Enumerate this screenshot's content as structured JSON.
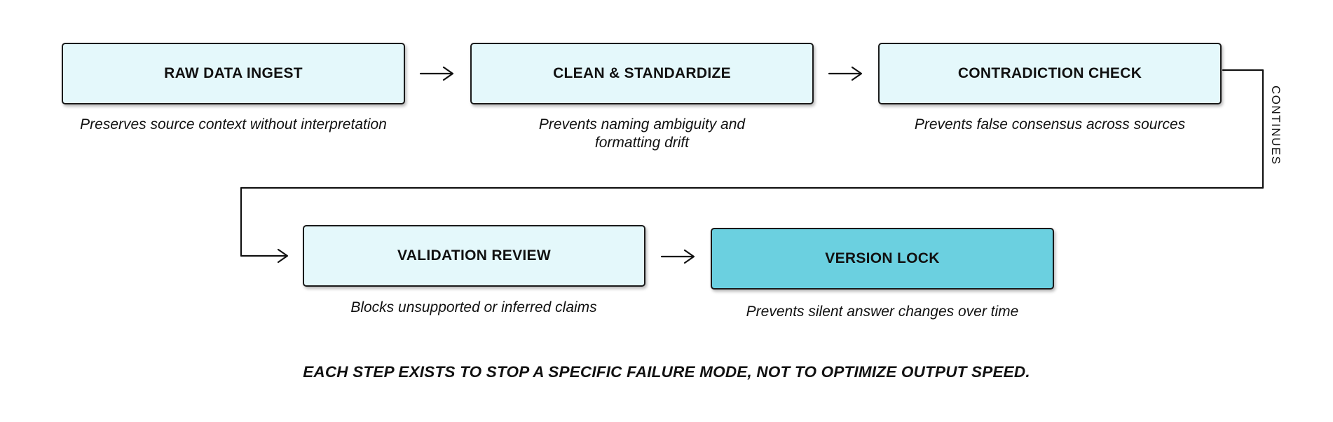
{
  "diagram": {
    "steps": [
      {
        "id": "raw-data-ingest",
        "label": "RAW DATA INGEST",
        "caption": "Preserves source context without interpretation"
      },
      {
        "id": "clean-standardize",
        "label": "CLEAN & STANDARDIZE",
        "caption": "Prevents naming ambiguity and formatting drift"
      },
      {
        "id": "contradiction-check",
        "label": "CONTRADICTION CHECK",
        "caption": "Prevents false consensus across sources"
      },
      {
        "id": "validation-review",
        "label": "VALIDATION REVIEW",
        "caption": "Blocks unsupported or inferred claims"
      },
      {
        "id": "version-lock",
        "label": "VERSION LOCK",
        "caption": "Prevents silent answer changes over time"
      }
    ],
    "connector_label": "CONTINUES",
    "footer": "EACH STEP EXISTS TO STOP A SPECIFIC FAILURE MODE, NOT TO OPTIMIZE OUTPUT SPEED.",
    "colors": {
      "background": "#FFFFFF",
      "box_fill": "#E4F8FB",
      "highlight_fill": "#6BD0E0",
      "border": "#1A1A1A",
      "text": "#111111"
    }
  }
}
